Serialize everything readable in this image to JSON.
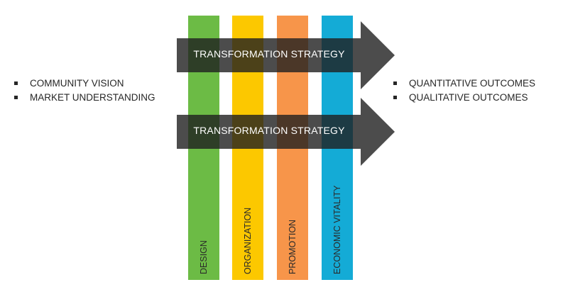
{
  "inputs": [
    "COMMUNITY VISION",
    "MARKET UNDERSTANDING"
  ],
  "outcomes": [
    "QUANTITATIVE OUTCOMES",
    "QUALITATIVE OUTCOMES"
  ],
  "pillars": [
    {
      "label": "DESIGN",
      "color": "#6cbb45"
    },
    {
      "label": "ORGANIZATION",
      "color": "#fcc800"
    },
    {
      "label": "PROMOTION",
      "color": "#f7954a"
    },
    {
      "label": "ECONOMIC VITALITY",
      "color": "#14abd6"
    }
  ],
  "arrows": [
    {
      "label": "TRANSFORMATION STRATEGY"
    },
    {
      "label": "TRANSFORMATION STRATEGY"
    }
  ],
  "arrow_color": "#1f1f1f"
}
